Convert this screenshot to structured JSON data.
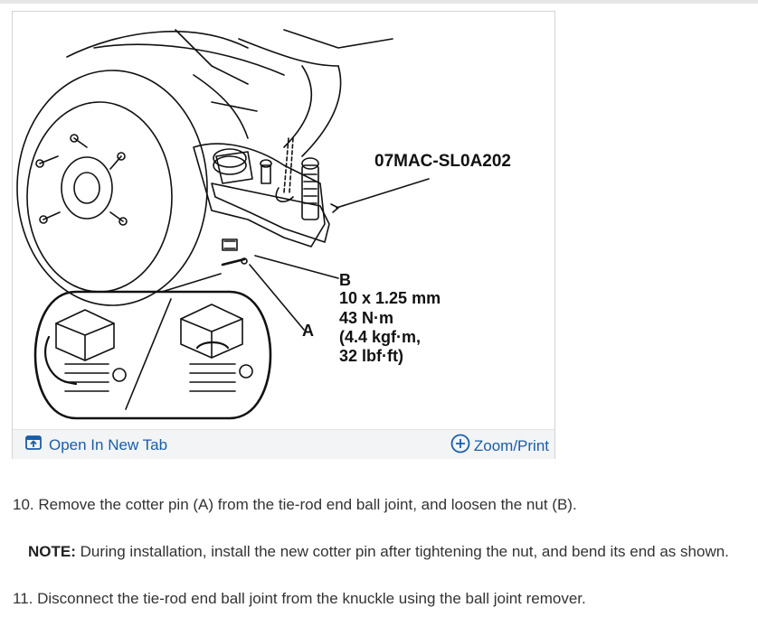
{
  "figure": {
    "part_number": "07MAC-SL0A202",
    "callout_b": "B",
    "spec_size": "10 x 1.25 mm",
    "spec_torque_nm": "43 N·m",
    "spec_torque_kgf": "(4.4 kgf·m,",
    "spec_torque_lbf": "32 lbf·ft)",
    "callout_a": "A"
  },
  "footer": {
    "open_tab_label": "Open In New Tab",
    "zoom_label": "Zoom/Print",
    "open_tab_icon": "open-new-tab-icon",
    "zoom_icon": "plus-circle-icon"
  },
  "instructions": {
    "step10": "10. Remove the cotter pin (A) from the tie-rod end ball joint, and loosen the nut (B).",
    "note_label": "NOTE:",
    "note_text": " During installation, install the new cotter pin after tightening the nut, and bend its end as shown.",
    "step11": "11. Disconnect the tie-rod end ball joint from the knuckle using the ball joint remover."
  },
  "colors": {
    "link": "#1a5ea8",
    "footer_bg": "#f2f4f6"
  }
}
